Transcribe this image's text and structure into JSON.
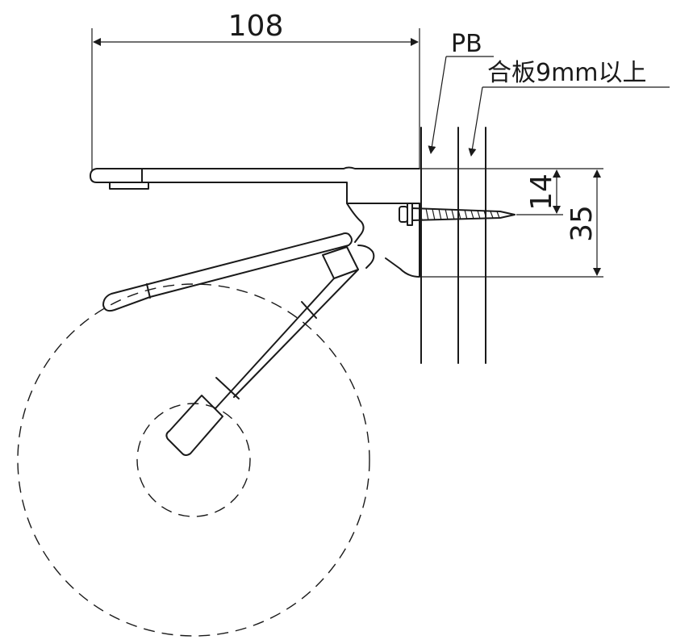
{
  "dimensions": {
    "width": "108",
    "screw_height": "14",
    "bracket_height": "35"
  },
  "labels": {
    "pb": "PB",
    "plywood": "合板9mm以上"
  }
}
